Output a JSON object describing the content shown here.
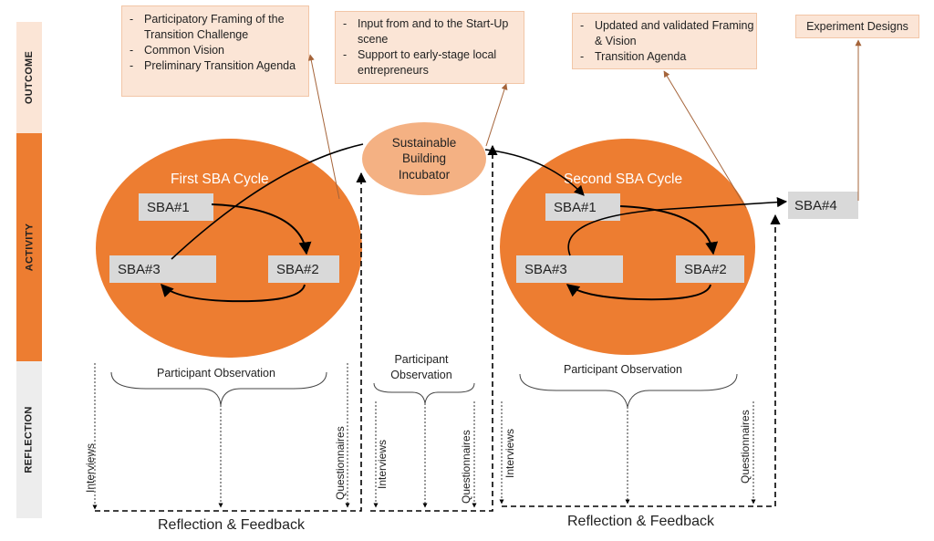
{
  "phases": {
    "outcome": "OUTCOME",
    "activity": "ACTIVITY",
    "reflection": "REFLECTION"
  },
  "outcomes": {
    "first_cycle": [
      "Participatory Framing of the Transition Challenge",
      "Common Vision",
      "Preliminary Transition Agenda"
    ],
    "incubator": [
      "Input from and to the Start-Up scene",
      "Support to early-stage local entrepreneurs"
    ],
    "second_cycle": [
      "Updated and validated Framing & Vision",
      "Transition Agenda"
    ],
    "final": "Experiment Designs"
  },
  "cycles": {
    "first": {
      "title": "First SBA Cycle",
      "sba1": "SBA#1",
      "sba2": "SBA#2",
      "sba3": "SBA#3"
    },
    "second": {
      "title": "Second SBA Cycle",
      "sba1": "SBA#1",
      "sba2": "SBA#2",
      "sba3": "SBA#3"
    }
  },
  "incubator": "Sustainable Building Incubator",
  "sba4": "SBA#4",
  "reflection": {
    "participant_observation": "Participant Observation",
    "interviews": "Interviews",
    "questionnaires": "Questionnaires",
    "feedback": "Reflection & Feedback"
  },
  "colors": {
    "activity_orange": "#ed7d31",
    "outcome_peach": "#fbe5d6",
    "incubator_peach": "#f4b183",
    "sba_grey": "#d9d9d9",
    "connector_brown": "#a5643a"
  }
}
